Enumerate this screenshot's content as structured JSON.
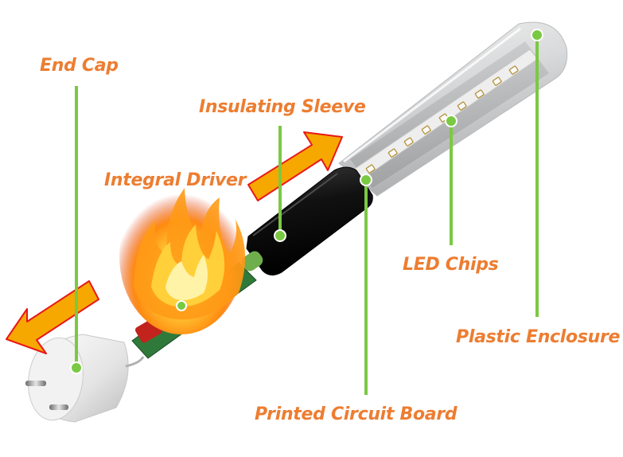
{
  "colors": {
    "label_text": "#ED7D31",
    "leader_line": "#7AC943",
    "arrow_fill": "#F7A800",
    "arrow_stroke": "#E81818"
  },
  "labels": {
    "end_cap": "End Cap",
    "insulating_sleeve": "Insulating Sleeve",
    "integral_driver": "Integral Driver",
    "led_chips": "LED Chips",
    "plastic_enclosure": "Plastic Enclosure",
    "printed_circuit_board": "Printed Circuit Board"
  },
  "icons": {
    "arrow_left": "arrow-left-icon",
    "arrow_right": "arrow-right-icon",
    "fire": "fire-icon"
  }
}
